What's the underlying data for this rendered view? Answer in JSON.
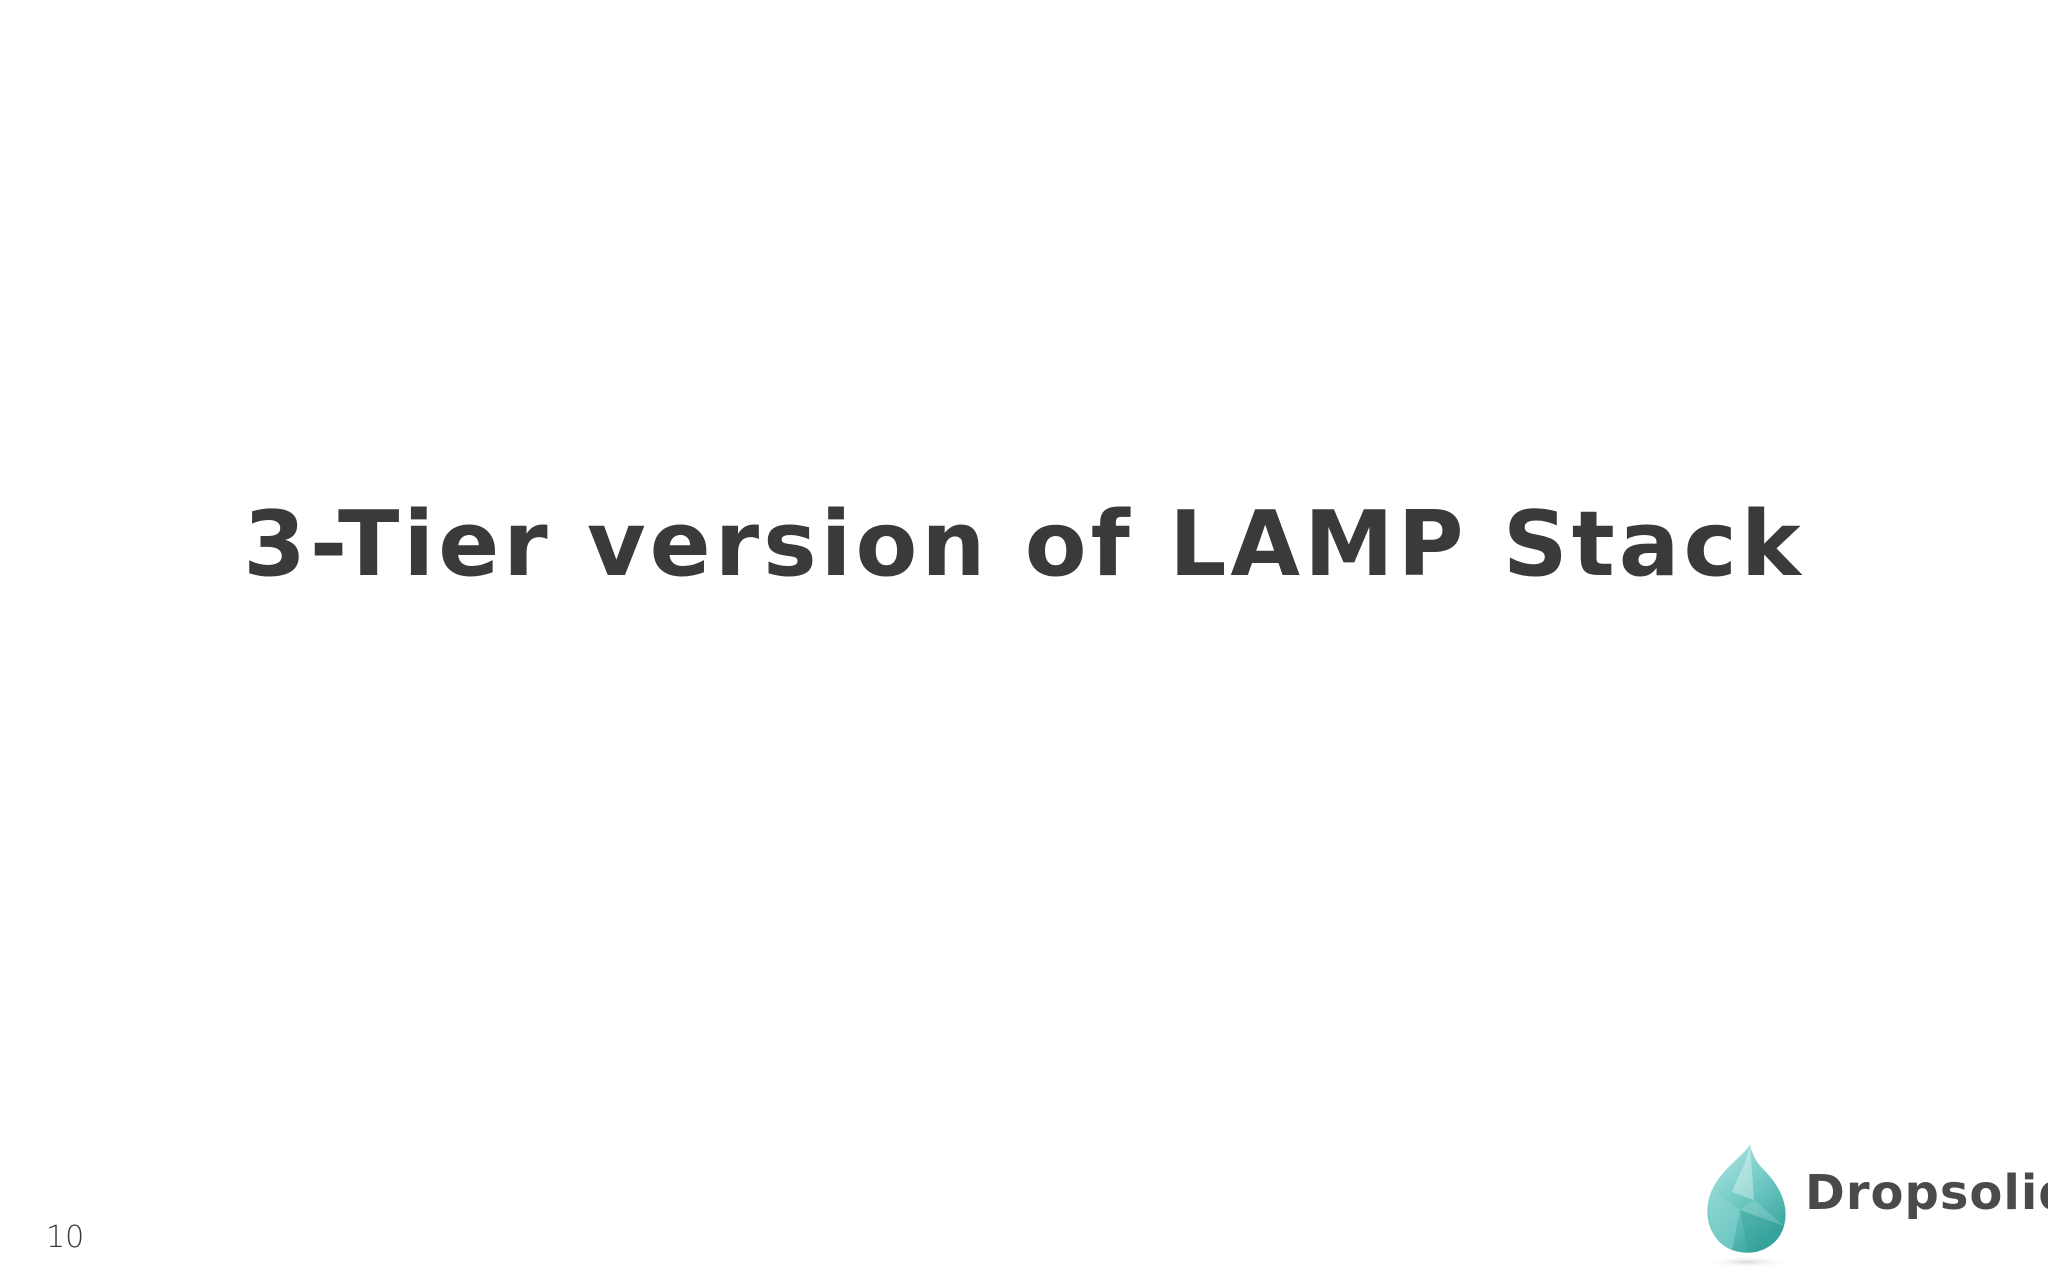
{
  "slide": {
    "title": "3-Tier version of LAMP Stack",
    "page_number": "10"
  },
  "logo": {
    "name": "Dropsolid",
    "icon": "water-drop-icon",
    "colors": {
      "drop_light": "#a9e3e3",
      "drop_mid": "#5cc2bd",
      "drop_dark": "#3aa79f",
      "text": "#4a4a4a"
    }
  },
  "colors": {
    "background": "#ffffff",
    "text": "#3a3a3a"
  }
}
